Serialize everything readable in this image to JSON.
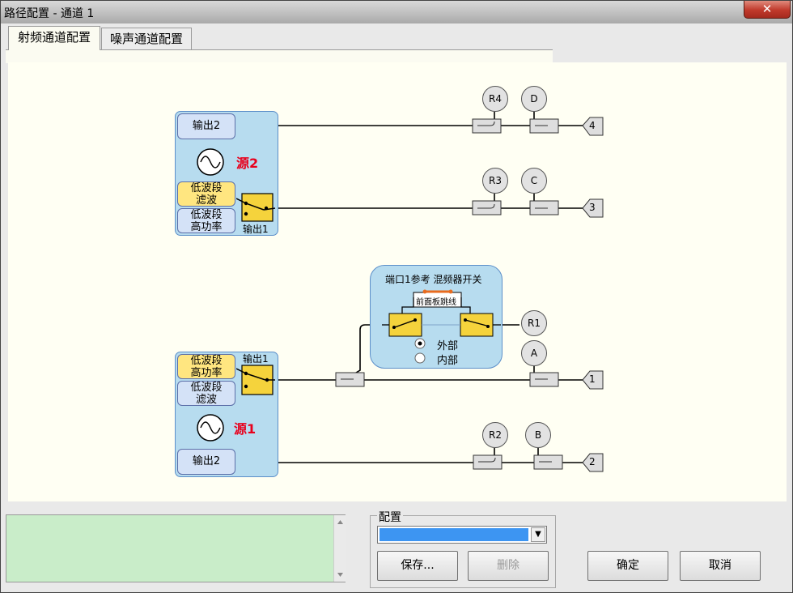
{
  "window": {
    "title": "路径配置 - 通道 1",
    "close_glyph": "✕"
  },
  "tabs": [
    {
      "label": "射频通道配置",
      "active": true
    },
    {
      "label": "噪声通道配置",
      "active": false
    }
  ],
  "source2": {
    "label": "源2",
    "out2": "输出2",
    "lowband_filter": "低波段\n滤波",
    "lowband_highpower": "低波段\n高功率",
    "out1": "输出1"
  },
  "source1": {
    "label": "源1",
    "out1": "输出1",
    "lowband_highpower": "低波段\n高功率",
    "lowband_filter": "低波段\n滤波",
    "out2": "输出2"
  },
  "mixer_switch": {
    "title": "端口1参考 混频器开关",
    "front_jumper": "前面板跳线",
    "options": [
      {
        "label": "外部",
        "selected": true
      },
      {
        "label": "内部",
        "selected": false
      }
    ]
  },
  "receivers": [
    "R4",
    "D",
    "R3",
    "C",
    "R1",
    "A",
    "R2",
    "B"
  ],
  "ports": [
    "4",
    "3",
    "1",
    "2"
  ],
  "config": {
    "group_label": "配置",
    "selected_value": "",
    "save_label": "保存...",
    "delete_label": "删除"
  },
  "buttons": {
    "ok": "确定",
    "cancel": "取消"
  },
  "colors": {
    "source_box": "#b7dcef",
    "selected_filter": "#ffe680",
    "switch": "#f5d33c",
    "status_bg": "#c9edc9",
    "source_label": "#e8001c"
  }
}
